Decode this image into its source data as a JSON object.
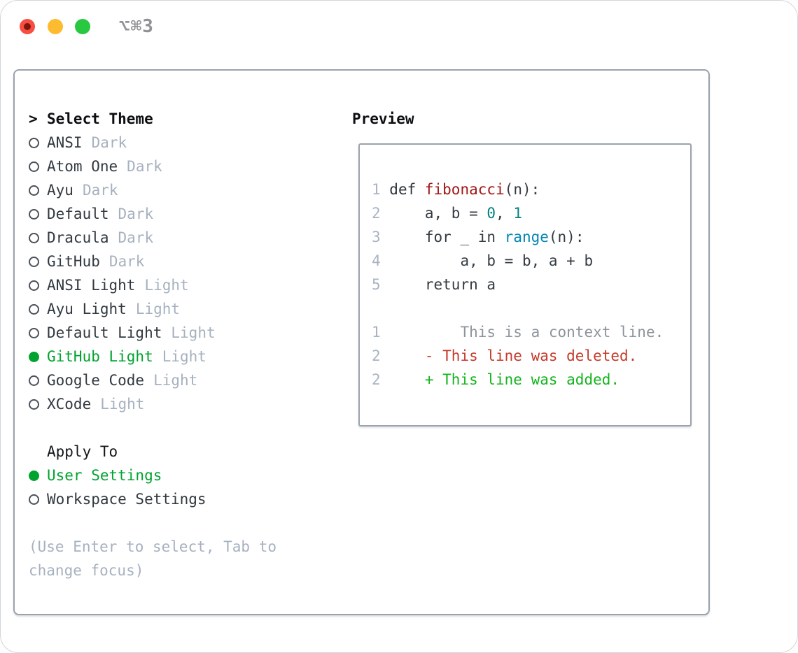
{
  "window": {
    "title": "⌥⌘3",
    "controls": [
      "close",
      "minimize",
      "zoom"
    ]
  },
  "left": {
    "prompt": ">",
    "title": "Select Theme",
    "themes": [
      {
        "label": "ANSI",
        "variant": "Dark",
        "selected": false
      },
      {
        "label": "Atom One",
        "variant": "Dark",
        "selected": false
      },
      {
        "label": "Ayu",
        "variant": "Dark",
        "selected": false
      },
      {
        "label": "Default",
        "variant": "Dark",
        "selected": false
      },
      {
        "label": "Dracula",
        "variant": "Dark",
        "selected": false
      },
      {
        "label": "GitHub",
        "variant": "Dark",
        "selected": false
      },
      {
        "label": "ANSI Light",
        "variant": "Light",
        "selected": false
      },
      {
        "label": "Ayu Light",
        "variant": "Light",
        "selected": false
      },
      {
        "label": "Default Light",
        "variant": "Light",
        "selected": false
      },
      {
        "label": "GitHub Light",
        "variant": "Light",
        "selected": true
      },
      {
        "label": "Google Code",
        "variant": "Light",
        "selected": false
      },
      {
        "label": "XCode",
        "variant": "Light",
        "selected": false
      }
    ],
    "apply_to": {
      "title": "Apply To",
      "options": [
        {
          "label": "User Settings",
          "selected": true
        },
        {
          "label": "Workspace Settings",
          "selected": false
        }
      ]
    },
    "hint_lines": [
      "(Use Enter to select, Tab to",
      "change focus)"
    ]
  },
  "preview": {
    "title": "Preview",
    "lines": [
      [
        {
          "c": "ln",
          "t": "1 "
        },
        {
          "c": "k",
          "t": "def "
        },
        {
          "c": "fn",
          "t": "fibonacci"
        },
        {
          "c": "pl",
          "t": "(n):"
        }
      ],
      [
        {
          "c": "ln",
          "t": "2 "
        },
        {
          "c": "pl",
          "t": "    a, b = "
        },
        {
          "c": "num",
          "t": "0"
        },
        {
          "c": "pl",
          "t": ", "
        },
        {
          "c": "num",
          "t": "1"
        }
      ],
      [
        {
          "c": "ln",
          "t": "3 "
        },
        {
          "c": "pl",
          "t": "    for _ in "
        },
        {
          "c": "bi",
          "t": "range"
        },
        {
          "c": "pl",
          "t": "(n):"
        }
      ],
      [
        {
          "c": "ln",
          "t": "4 "
        },
        {
          "c": "pl",
          "t": "        a, b = b, a + b"
        }
      ],
      [
        {
          "c": "ln",
          "t": "5 "
        },
        {
          "c": "pl",
          "t": "    return a"
        }
      ],
      [],
      [
        {
          "c": "ln",
          "t": "1 "
        },
        {
          "c": "ctx",
          "t": "        This is a context line."
        }
      ],
      [
        {
          "c": "ln",
          "t": "2 "
        },
        {
          "c": "del",
          "t": "    - This line was deleted."
        }
      ],
      [
        {
          "c": "ln",
          "t": "2 "
        },
        {
          "c": "add",
          "t": "    + This line was added."
        }
      ]
    ]
  },
  "colors": {
    "accent_green": "#00a32e",
    "added_green": "#13b41c",
    "deleted_red": "#c43a2b",
    "function_red": "#a31515",
    "number_teal": "#008080",
    "builtin_blue": "#0086b3",
    "muted_gray": "#a6b1bf",
    "text_dark": "#343b42",
    "border_gray": "#9aa2ad",
    "traffic_red": "#f64e42",
    "traffic_yellow": "#fdbc2f",
    "traffic_green": "#28c840"
  }
}
